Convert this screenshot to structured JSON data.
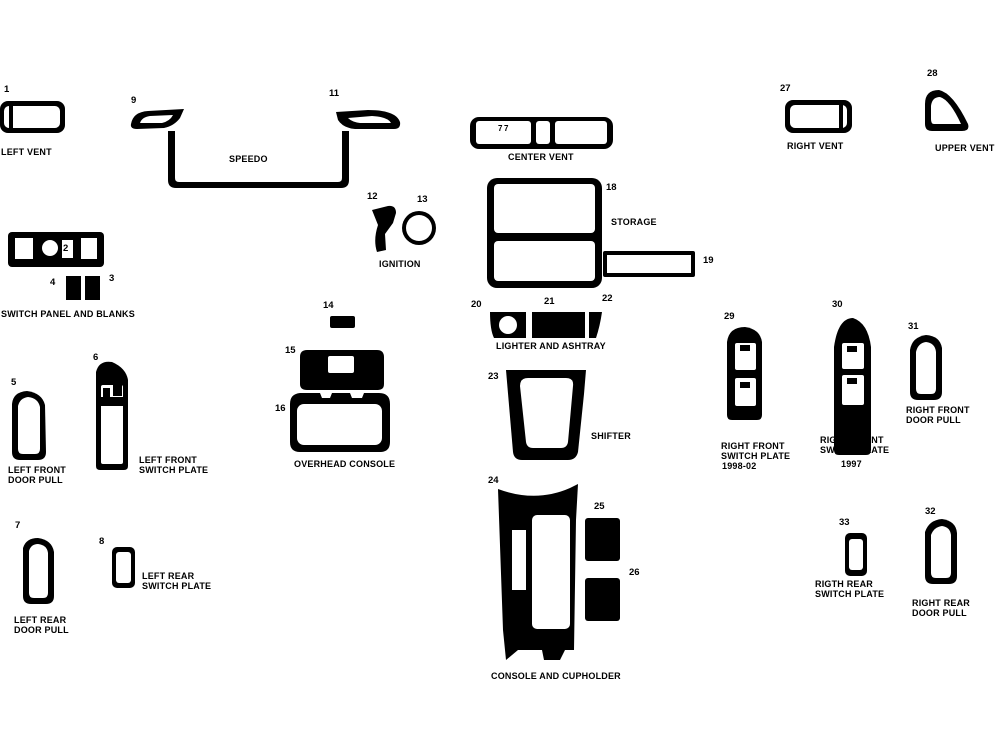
{
  "numbers": {
    "n1": "1",
    "n2": "2",
    "n3": "3",
    "n4": "4",
    "n5": "5",
    "n6": "6",
    "n7": "7",
    "n8": "8",
    "n9": "9",
    "n11": "11",
    "n12": "12",
    "n13": "13",
    "n14": "14",
    "n15": "15",
    "n16": "16",
    "n18": "18",
    "n19": "19",
    "n20": "20",
    "n21": "21",
    "n22": "22",
    "n23": "23",
    "n24": "24",
    "n25": "25",
    "n26": "26",
    "n27": "27",
    "n28": "28",
    "n29": "29",
    "n30": "30",
    "n31": "31",
    "n32": "32",
    "n33": "33"
  },
  "labels": {
    "left_vent": "LEFT VENT",
    "speedo": "SPEEDO",
    "center_vent": "CENTER VENT",
    "right_vent": "RIGHT VENT",
    "upper_vent": "UPPER VENT",
    "storage": "STORAGE",
    "ignition": "IGNITION",
    "switch_panel": "SWITCH PANEL AND BLANKS",
    "lighter_ashtray": "LIGHTER AND ASHTRAY",
    "overhead_console": "OVERHEAD CONSOLE",
    "shifter": "SHIFTER",
    "left_front_door_pull_1": "LEFT FRONT",
    "left_front_door_pull_2": "DOOR PULL",
    "left_front_switch_1": "LEFT FRONT",
    "left_front_switch_2": "SWITCH PLATE",
    "right_front_switch_9802_1": "RIGHT FRONT",
    "right_front_switch_9802_2": "SWITCH PLATE",
    "right_front_switch_9802_3": "1998-02",
    "right_front_switch_97_1": "RIGHT FRONT",
    "right_front_switch_97_2": "SWITCH PLATE",
    "right_front_switch_97_3": "1997",
    "right_front_door_pull_1": "RIGHT FRONT",
    "right_front_door_pull_2": "DOOR PULL",
    "left_rear_door_pull_1": "LEFT REAR",
    "left_rear_door_pull_2": "DOOR PULL",
    "left_rear_switch_1": "LEFT REAR",
    "left_rear_switch_2": "SWITCH PLATE",
    "console_cupholder": "CONSOLE AND CUPHOLDER",
    "right_rear_switch_1": "RIGTH REAR",
    "right_rear_switch_2": "SWITCH PLATE",
    "right_rear_door_pull_1": "RIGHT REAR",
    "right_rear_door_pull_2": "DOOR PULL"
  },
  "colors": {
    "piece": "#000000",
    "background": "#ffffff"
  }
}
